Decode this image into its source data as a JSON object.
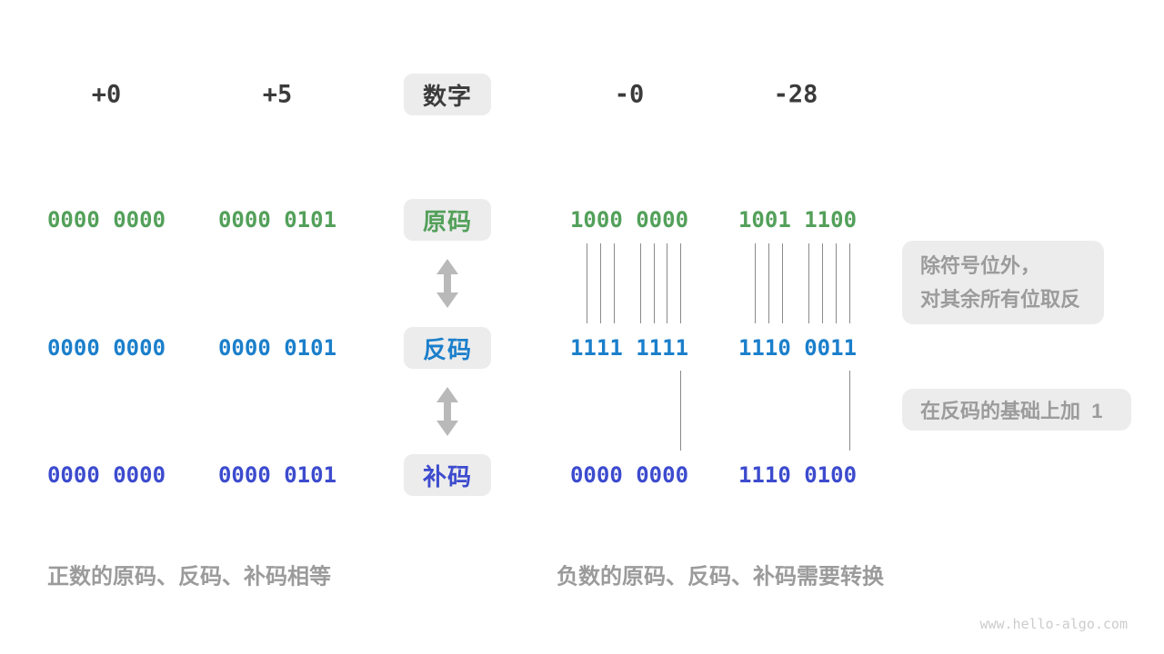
{
  "colors": {
    "dark": "#3b3b3b",
    "green": "#53a05a",
    "blue": "#1b7fcb",
    "indigo": "#3c4bce",
    "box_bg": "#ececec",
    "gray_text": "#9b9b9b",
    "arrow": "#b9b9b9",
    "tick": "#8a8a8a",
    "watermark": "#cccccc"
  },
  "header": {
    "label": "数字",
    "values": [
      "+0",
      "+5",
      "-0",
      "-28"
    ]
  },
  "rows": [
    {
      "key": "sign-magnitude",
      "label": "原码",
      "values": [
        "0000 0000",
        "0000 0101",
        "1000 0000",
        "1001 1100"
      ]
    },
    {
      "key": "ones-complement",
      "label": "反码",
      "values": [
        "0000 0000",
        "0000 0101",
        "1111 1111",
        "1110 0011"
      ]
    },
    {
      "key": "twos-complement",
      "label": "补码",
      "values": [
        "0000 0000",
        "0000 0101",
        "0000 0000",
        "1110 0100"
      ]
    }
  ],
  "annotations": {
    "invert_line1": "除符号位外，",
    "invert_line2": "对其余所有位取反",
    "add_one": "在反码的基础上加  1"
  },
  "captions": {
    "positive": "正数的原码、反码、补码相等",
    "negative": "负数的原码、反码、补码需要转换"
  },
  "watermark": "www.hello-algo.com"
}
